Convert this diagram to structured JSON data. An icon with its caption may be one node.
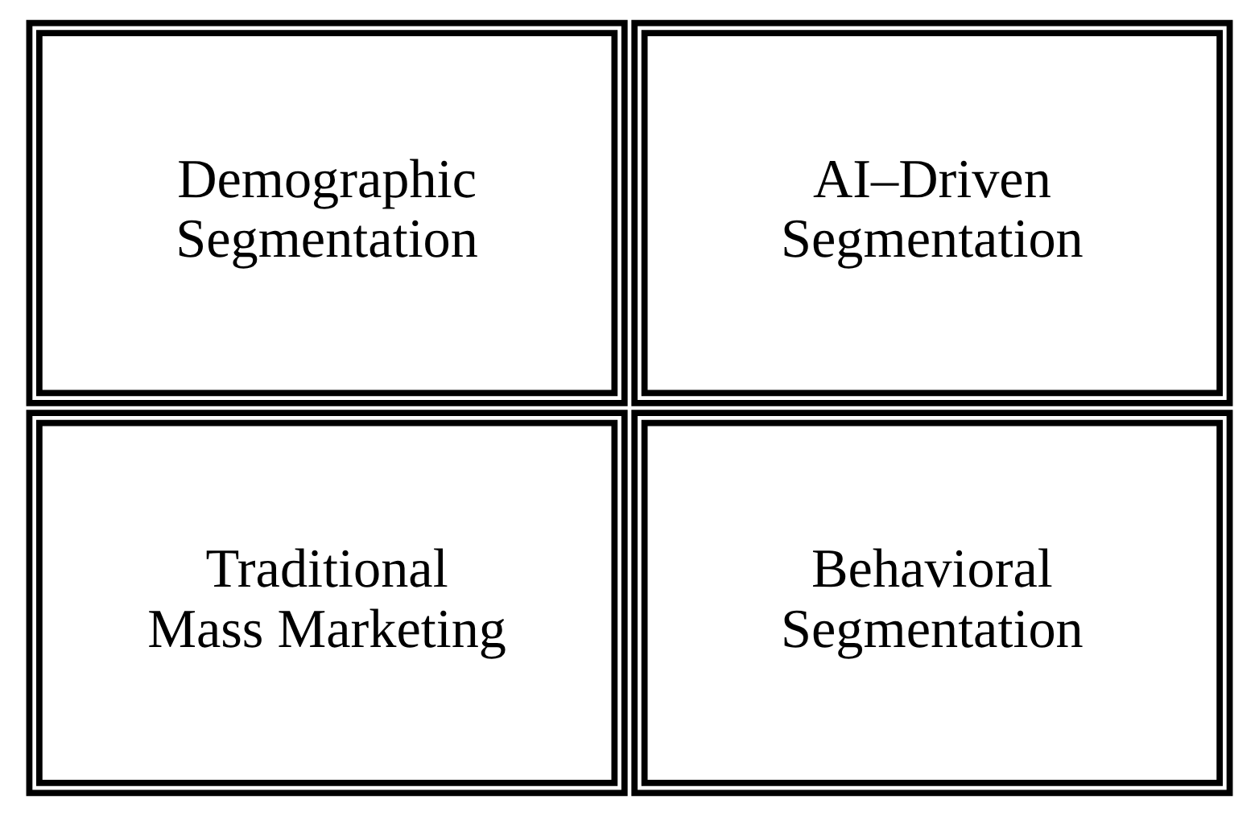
{
  "diagram": {
    "nodes": [
      {
        "text": [
          "Demographic Segmentation"
        ]
      },
      {
        "text": [
          "AI–Driven Segmentation"
        ]
      },
      {
        "text": [
          "Traditional Mass Marketing"
        ]
      },
      {
        "text": [
          "Behavioral Segmentation"
        ]
      }
    ]
  }
}
